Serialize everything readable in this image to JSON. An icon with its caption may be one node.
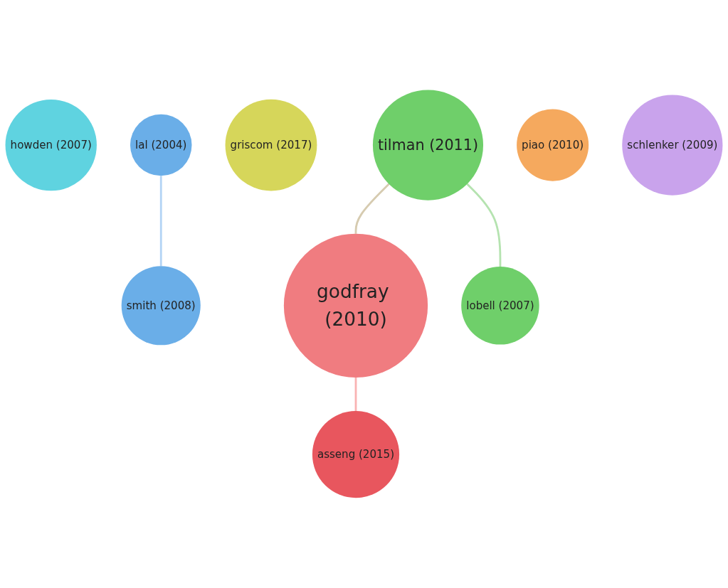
{
  "diagram": {
    "nodes": [
      {
        "text": [
          "howden (2007)"
        ]
      },
      {
        "text": [
          "lal (2004)"
        ]
      },
      {
        "text": [
          "griscom (2017)"
        ]
      },
      {
        "text": [
          "smith (2008)"
        ]
      },
      {
        "text": [
          "tilman (2011)"
        ]
      },
      {
        "text": [
          "godfray (2010)"
        ]
      },
      {
        "text": [
          "piao (2010)"
        ]
      },
      {
        "text": [
          "lobell (2007)"
        ]
      },
      {
        "text": [
          "asseng (2015)"
        ]
      },
      {
        "text": [
          "schlenker (2009)"
        ]
      }
    ],
    "edges": [
      {
        "from": 1,
        "to": 3,
        "arrow": "none",
        "color": "#b3d4f5"
      },
      {
        "from": 4,
        "to": 5,
        "arrow": "none",
        "color": "#d6cbb0"
      },
      {
        "from": 4,
        "to": 7,
        "arrow": "none",
        "color": "#b5e3b0"
      },
      {
        "from": 5,
        "to": 8,
        "arrow": "none",
        "color": "#f9b3b3"
      }
    ]
  }
}
